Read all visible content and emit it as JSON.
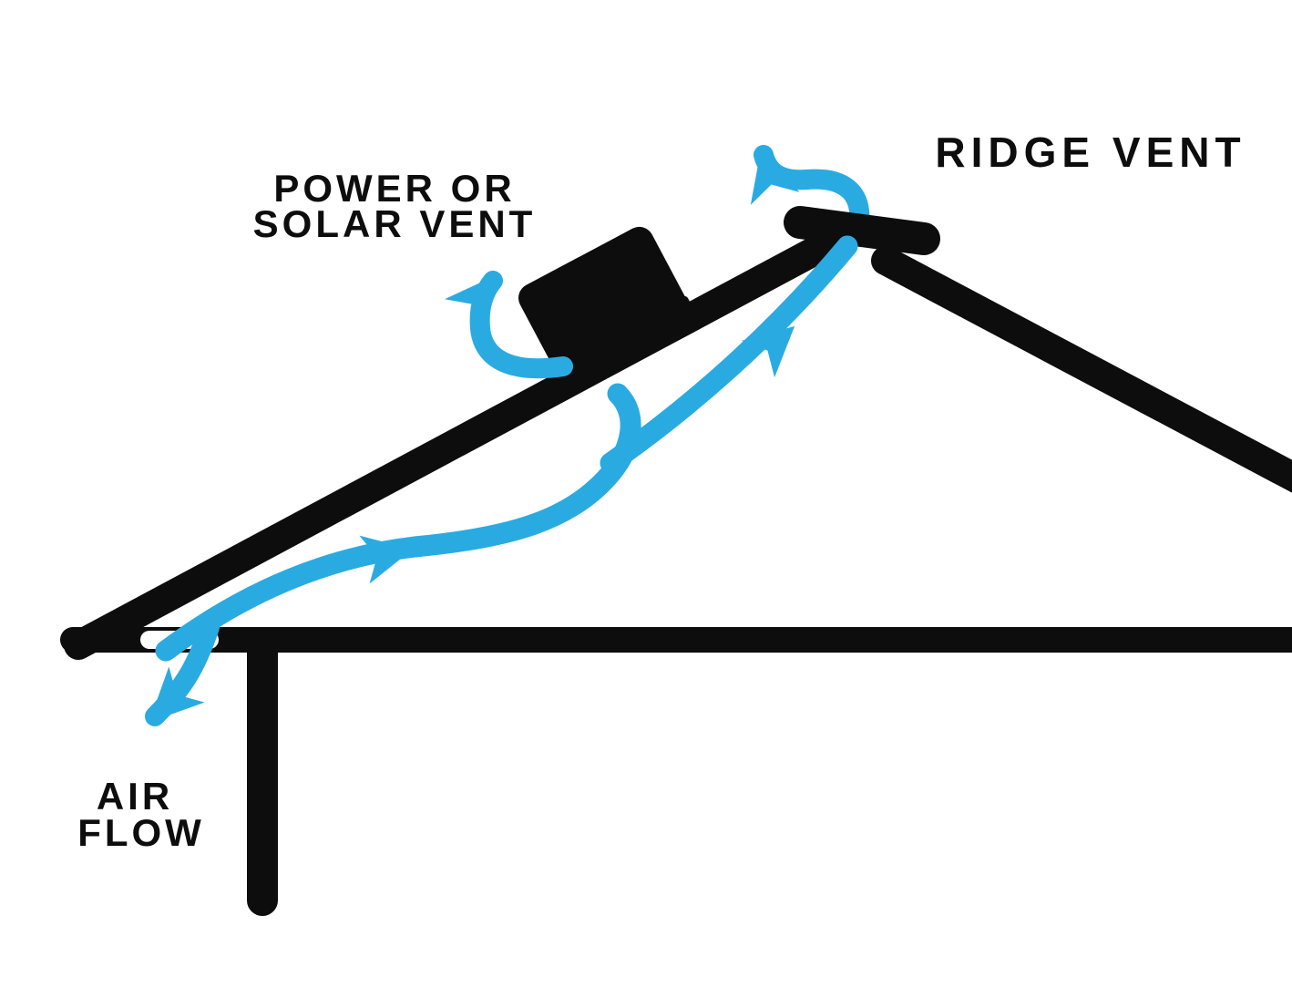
{
  "diagram": {
    "labels": {
      "power_vent_line1": "POWER OR",
      "power_vent_line2": "SOLAR VENT",
      "ridge_vent": "RIDGE VENT",
      "air_flow_line1": "AIR",
      "air_flow_line2": "FLOW"
    },
    "colors": {
      "background": "#ffffff",
      "structure": "#0d0d0d",
      "text": "#0d0d0d",
      "airflow": "#29abe2"
    }
  }
}
